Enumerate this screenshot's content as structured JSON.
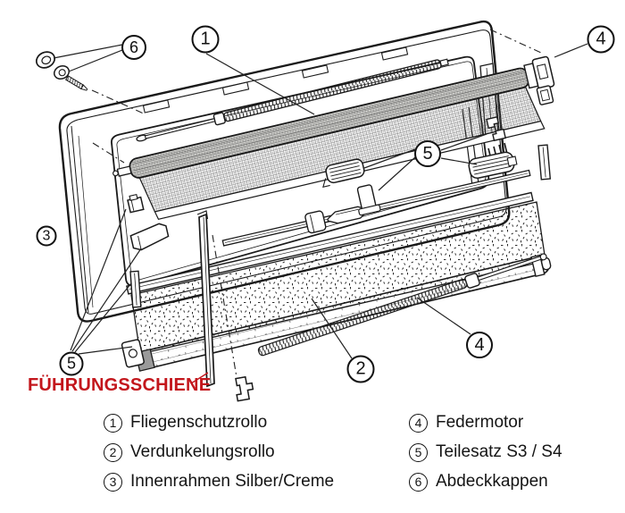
{
  "figure": {
    "kind": "exploded-parts-diagram",
    "red_label": "FÜHRUNGSSCHIENE",
    "red_color": "#c3161c",
    "line_color": "#1a1a1a",
    "callouts": {
      "c1": "1",
      "c2": "2",
      "c3": "3",
      "c4_top": "4",
      "c4_bottom": "4",
      "c5_right": "5",
      "c5_bottom": "5",
      "c6": "6"
    }
  },
  "legend": {
    "left": [
      {
        "num": "1",
        "label": "Fliegenschutzrollo"
      },
      {
        "num": "2",
        "label": "Verdunkelungsrollo"
      },
      {
        "num": "3",
        "label": "Innenrahmen Silber/Creme"
      }
    ],
    "right": [
      {
        "num": "4",
        "label": "Federmotor"
      },
      {
        "num": "5",
        "label": "Teilesatz S3 / S4"
      },
      {
        "num": "6",
        "label": "Abdeckkappen"
      }
    ]
  }
}
